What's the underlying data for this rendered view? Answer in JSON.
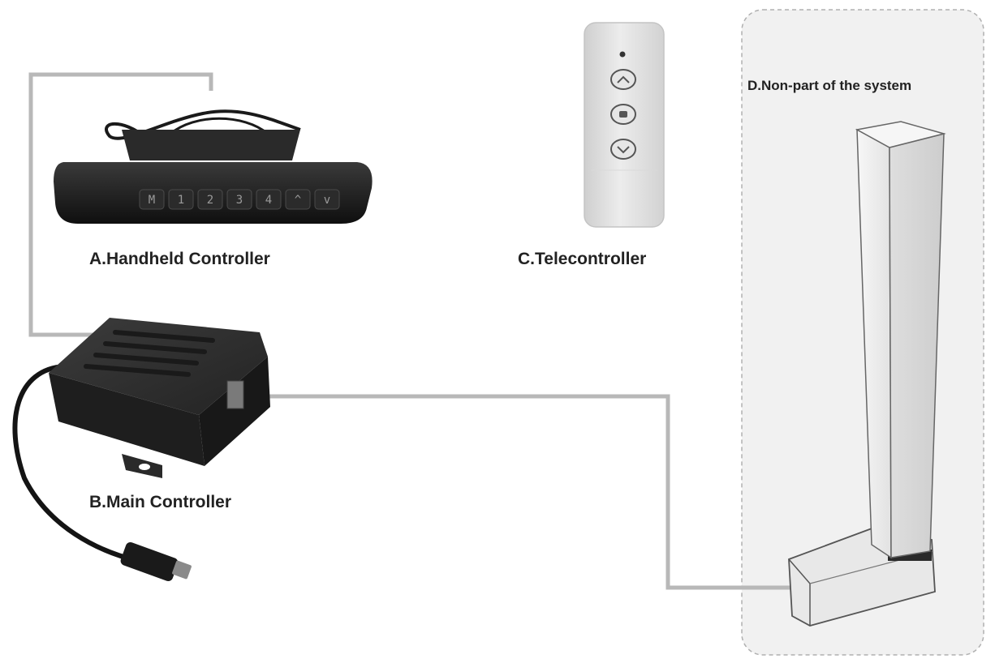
{
  "diagram": {
    "labels": {
      "handheld": "A.Handheld Controller",
      "main": "B.Main Controller",
      "telecontroller": "C.Telecontroller",
      "non_part": "D.Non-part of the system"
    },
    "handheld_keys": [
      "M",
      "1",
      "2",
      "3",
      "4",
      "^",
      "v"
    ],
    "colors": {
      "wire": "#b8b8b8",
      "device_dark": "#1f1f1f",
      "remote_body": "#e2e2e2",
      "column": "#efefef",
      "zone_fill": "#f1f1f1",
      "zone_border": "#b0b0b0",
      "label_text": "#222222"
    },
    "icons": {
      "remote_up": "chevron-up-icon",
      "remote_stop": "stop-icon",
      "remote_down": "chevron-down-icon"
    }
  }
}
